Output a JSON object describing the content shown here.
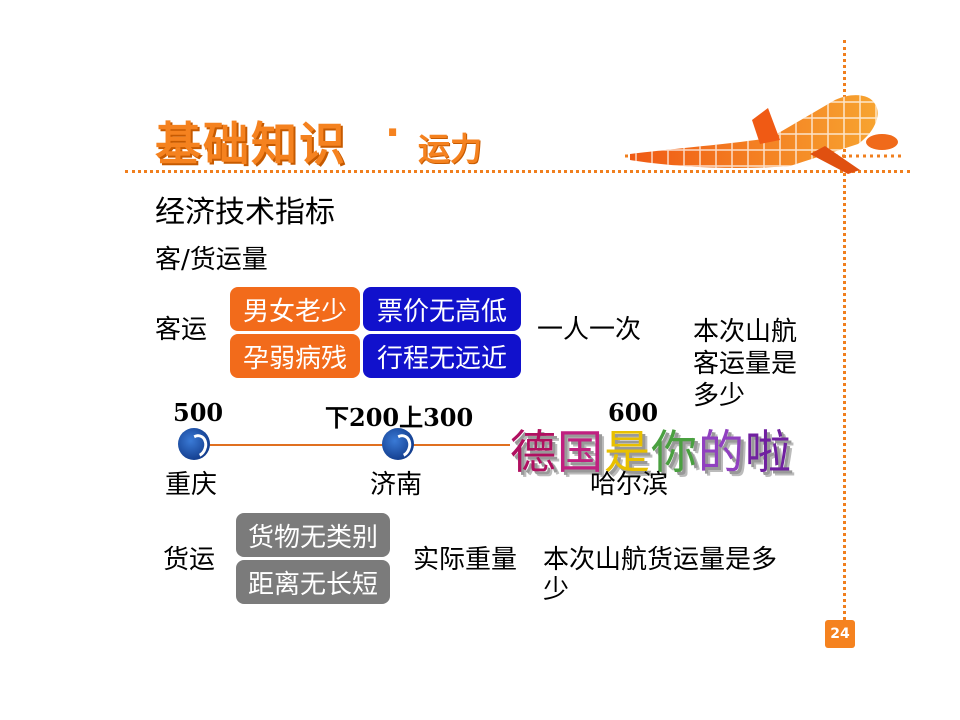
{
  "title": {
    "main": "基础知识",
    "dot": "·",
    "sub": "运力"
  },
  "heading": "经济技术指标",
  "subheading": "客/货运量",
  "passenger": {
    "label": "客运",
    "tags": [
      "男女老少",
      "票价无高低",
      "孕弱病残",
      "行程无远近"
    ],
    "note": "一人一次",
    "question": [
      "本次山航",
      "客运量是",
      "多少"
    ]
  },
  "route": {
    "start_value": "500",
    "mid_value": "下200上300",
    "end_value": "600",
    "cities": [
      "重庆",
      "济南",
      "哈尔滨"
    ],
    "wordart": [
      "德",
      "国",
      "是",
      "你",
      "的",
      "啦"
    ]
  },
  "freight": {
    "label": "货运",
    "tags": [
      "货物无类别",
      "距离无长短"
    ],
    "note": "实际重量",
    "question": [
      "本次山航货运量是多",
      "少"
    ]
  },
  "page_number": "24",
  "colors": {
    "accent": "#f5821f",
    "blue_pill": "#1111cc",
    "grey_pill": "#7b7b7b"
  },
  "icons": [
    "airplane-icon",
    "airline-logo-icon"
  ]
}
